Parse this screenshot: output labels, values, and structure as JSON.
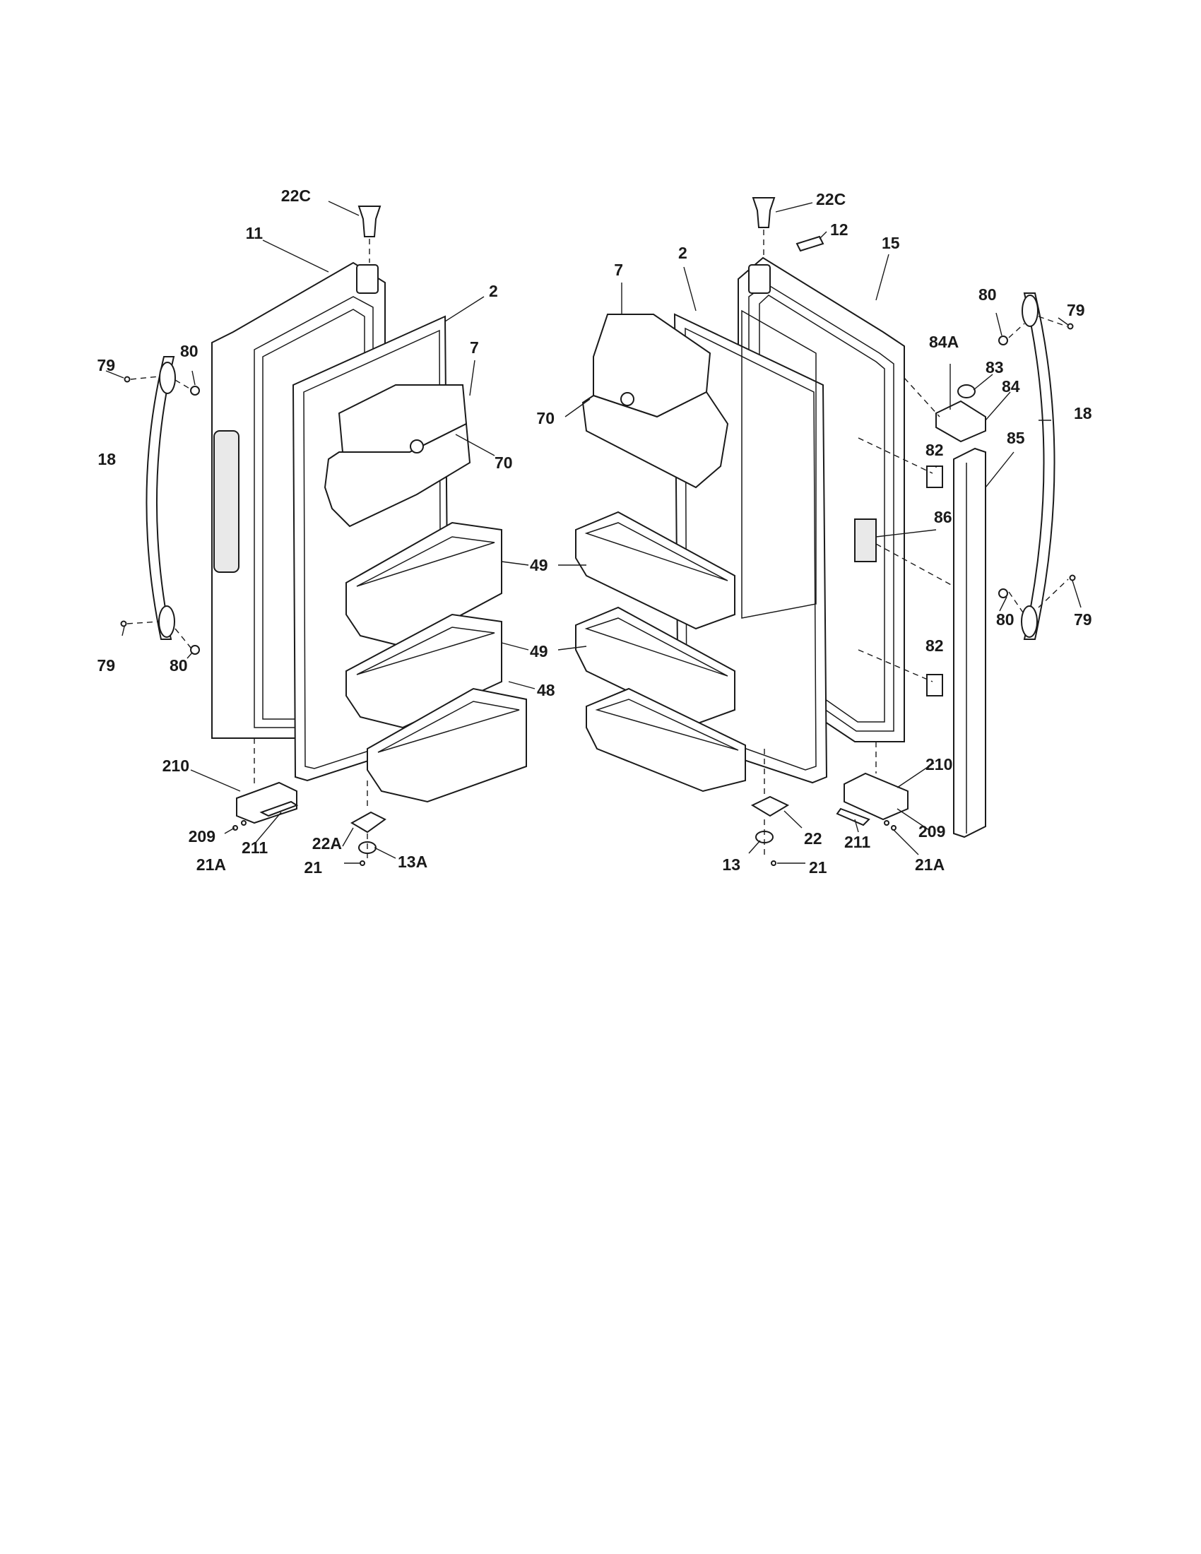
{
  "callouts": {
    "c_22c_left": "22C",
    "c_11": "11",
    "c_2_left": "2",
    "c_7_left": "7",
    "c_70_left": "70",
    "c_79_ul": "79",
    "c_80_ul": "80",
    "c_18_left": "18",
    "c_79_ll": "79",
    "c_80_ll": "80",
    "c_49_top": "49",
    "c_49_bot": "49",
    "c_48": "48",
    "c_210_left": "210",
    "c_209_left": "209",
    "c_21a_left": "21A",
    "c_211_left": "211",
    "c_22a": "22A",
    "c_21_left": "21",
    "c_13a": "13A",
    "c_22c_right": "22C",
    "c_12": "12",
    "c_2_right": "2",
    "c_15": "15",
    "c_7_right": "7",
    "c_70_right": "70",
    "c_80_ur": "80",
    "c_79_ur": "79",
    "c_84a": "84A",
    "c_83": "83",
    "c_84": "84",
    "c_18_right": "18",
    "c_82_top": "82",
    "c_85": "85",
    "c_86": "86",
    "c_80_lr": "80",
    "c_79_lr": "79",
    "c_82_bot": "82",
    "c_210_right": "210",
    "c_209_right": "209",
    "c_211_right": "211",
    "c_21a_right": "21A",
    "c_22": "22",
    "c_13": "13",
    "c_21_right": "21"
  }
}
